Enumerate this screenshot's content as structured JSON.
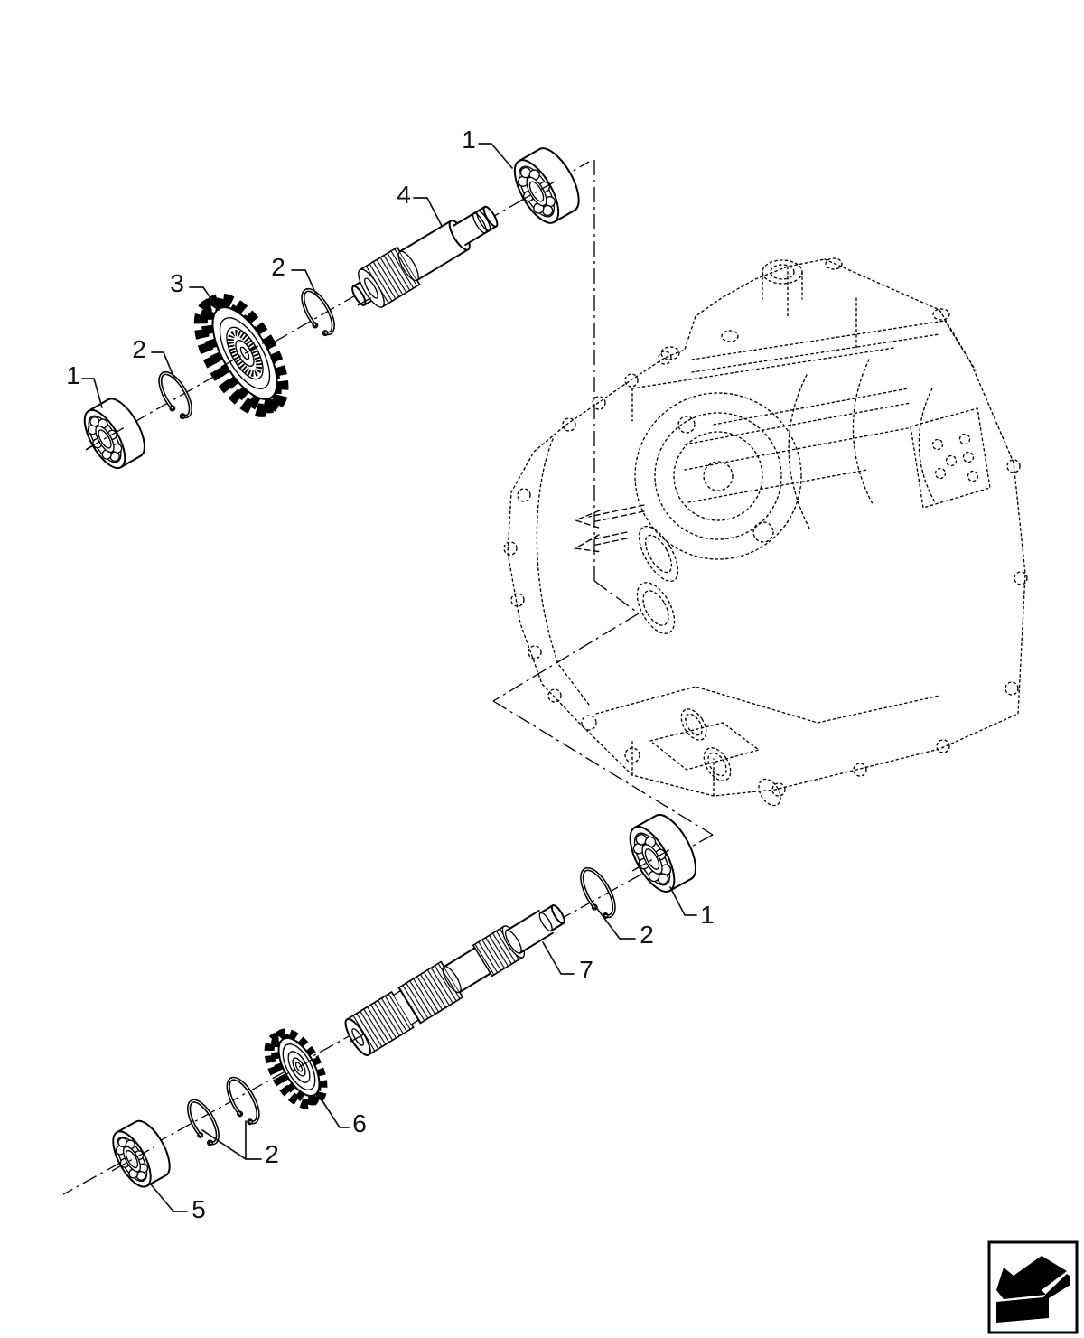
{
  "page": {
    "background": "#ffffff",
    "ink": "#000000"
  },
  "diagram": {
    "type": "exploded-parts-diagram",
    "callouts": [
      {
        "ref": "bearing-upper-right",
        "label": "1"
      },
      {
        "ref": "upper-shaft",
        "label": "4"
      },
      {
        "ref": "snap-ring-upper-right",
        "label": "2"
      },
      {
        "ref": "upper-gear",
        "label": "3"
      },
      {
        "ref": "snap-ring-upper-left",
        "label": "2"
      },
      {
        "ref": "bearing-upper-left",
        "label": "1"
      },
      {
        "ref": "bearing-lower-right",
        "label": "1"
      },
      {
        "ref": "snap-ring-lower-right",
        "label": "2"
      },
      {
        "ref": "lower-shaft",
        "label": "7"
      },
      {
        "ref": "lower-gear",
        "label": "6"
      },
      {
        "ref": "snap-ring-lower-pair",
        "label": "2"
      },
      {
        "ref": "bearing-lower-left",
        "label": "5"
      }
    ],
    "corner_icon": "back-arrow"
  }
}
